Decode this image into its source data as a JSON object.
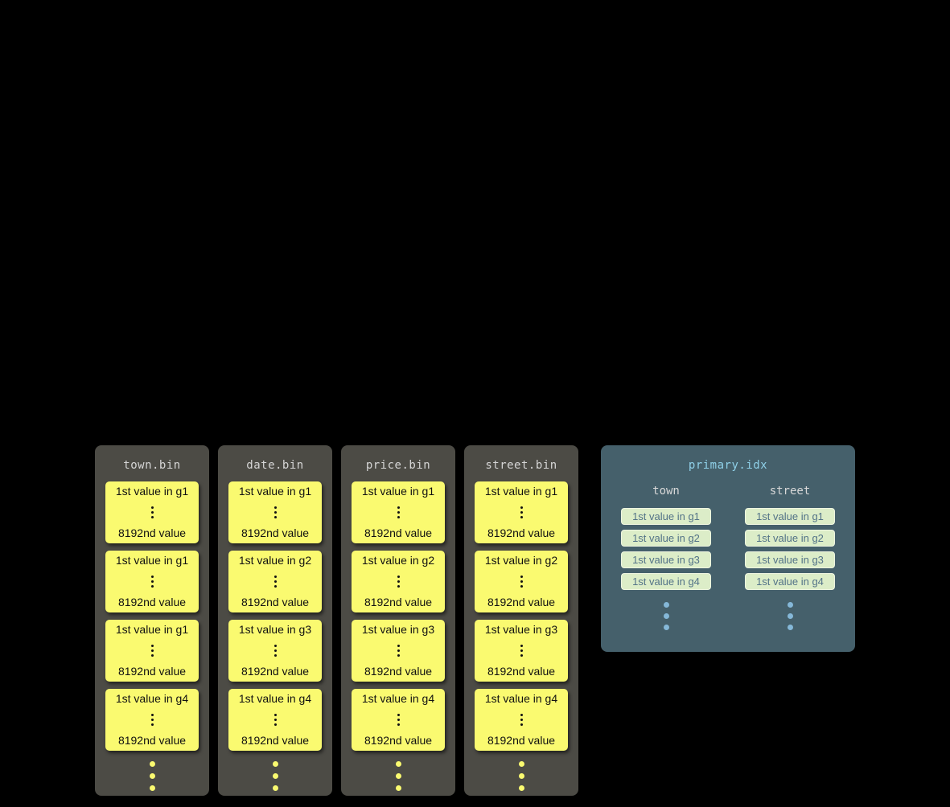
{
  "diagram": {
    "bin_files": [
      {
        "title": "town.bin",
        "granules": [
          {
            "first": "1st value in g1",
            "last": "8192nd value"
          },
          {
            "first": "1st value in g1",
            "last": "8192nd value"
          },
          {
            "first": "1st value in g1",
            "last": "8192nd value"
          },
          {
            "first": "1st value in g4",
            "last": "8192nd value"
          }
        ]
      },
      {
        "title": "date.bin",
        "granules": [
          {
            "first": "1st value in g1",
            "last": "8192nd value"
          },
          {
            "first": "1st value in g2",
            "last": "8192nd value"
          },
          {
            "first": "1st value in g3",
            "last": "8192nd value"
          },
          {
            "first": "1st value in g4",
            "last": "8192nd value"
          }
        ]
      },
      {
        "title": "price.bin",
        "granules": [
          {
            "first": "1st value in g1",
            "last": "8192nd value"
          },
          {
            "first": "1st value in g2",
            "last": "8192nd value"
          },
          {
            "first": "1st value in g3",
            "last": "8192nd value"
          },
          {
            "first": "1st value in g4",
            "last": "8192nd value"
          }
        ]
      },
      {
        "title": "street.bin",
        "granules": [
          {
            "first": "1st value in g1",
            "last": "8192nd value"
          },
          {
            "first": "1st value in g2",
            "last": "8192nd value"
          },
          {
            "first": "1st value in g3",
            "last": "8192nd value"
          },
          {
            "first": "1st value in g4",
            "last": "8192nd value"
          }
        ]
      }
    ],
    "index": {
      "title": "primary.idx",
      "columns": [
        {
          "name": "town",
          "entries": [
            "1st value in g1",
            "1st value in g2",
            "1st value in g3",
            "1st value in g4"
          ]
        },
        {
          "name": "street",
          "entries": [
            "1st value in g1",
            "1st value in g2",
            "1st value in g3",
            "1st value in g4"
          ]
        }
      ]
    },
    "colors": {
      "background": "#000000",
      "bin_panel": "#4c4b45",
      "bin_title": "#d6d6d6",
      "granule_card": "#fafa70",
      "granule_text": "#111111",
      "index_panel": "#45606b",
      "index_title": "#8fd0e8",
      "index_header": "#d8d8d8",
      "index_entry_bg": "#dcedc8",
      "index_entry_border": "#eef5e0",
      "index_entry_text": "#527287",
      "index_dots": "#85b8d8"
    }
  }
}
